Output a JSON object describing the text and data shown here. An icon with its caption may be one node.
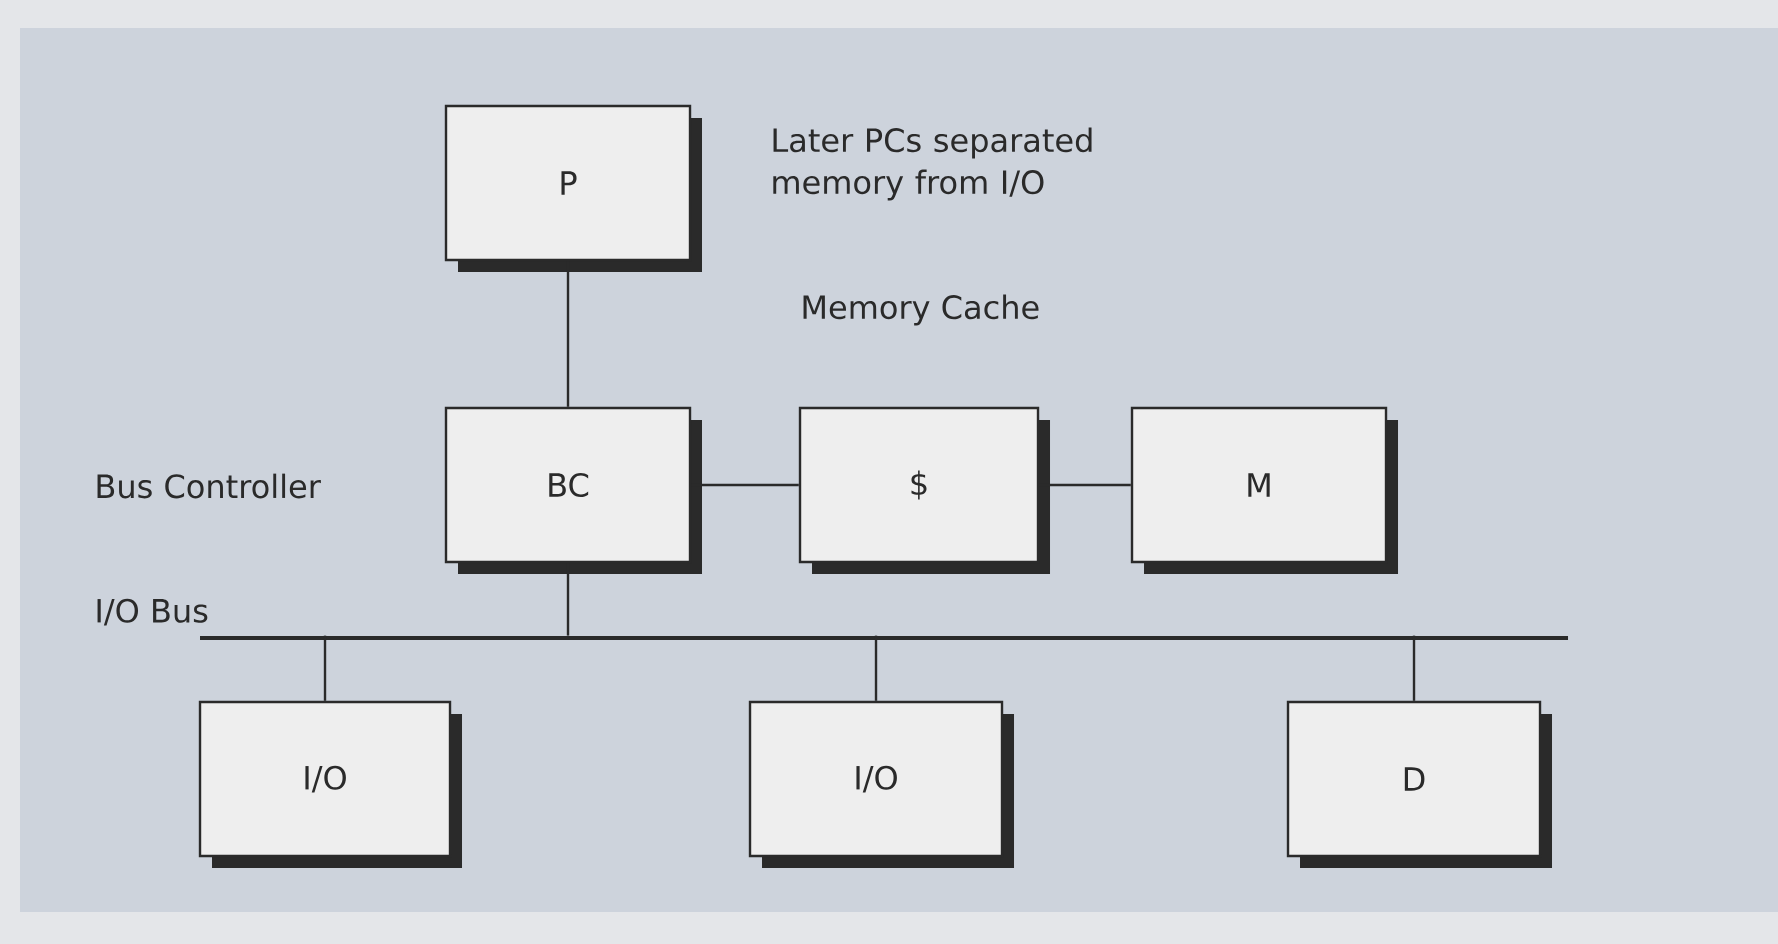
{
  "diagram": {
    "nodes": [
      {
        "text": [
          "P"
        ]
      },
      {
        "text": [
          "BC"
        ],
        "beside": [
          "Bus Controller"
        ]
      },
      {
        "text": [
          "$"
        ],
        "beside": [
          "Memory Cache"
        ]
      },
      {
        "text": [
          "M"
        ]
      },
      {
        "text": [],
        "shape": "bar",
        "beside": [
          "I/O Bus"
        ]
      },
      {
        "text": [
          "I/O"
        ]
      },
      {
        "text": [
          "I/O"
        ]
      },
      {
        "text": [
          "D"
        ]
      }
    ],
    "edges": [
      {
        "from": 0,
        "to": 1,
        "arrow": "none"
      },
      {
        "from": 1,
        "to": 2,
        "arrow": "none"
      },
      {
        "from": 2,
        "to": 3,
        "arrow": "none"
      },
      {
        "from": 1,
        "to": 4,
        "arrow": "none"
      },
      {
        "from": 4,
        "to": 5,
        "arrow": "none"
      },
      {
        "from": 4,
        "to": 6,
        "arrow": "none"
      },
      {
        "from": 4,
        "to": 7,
        "arrow": "none"
      }
    ],
    "labels": [
      "Later PCs separated memory from I/O"
    ]
  }
}
